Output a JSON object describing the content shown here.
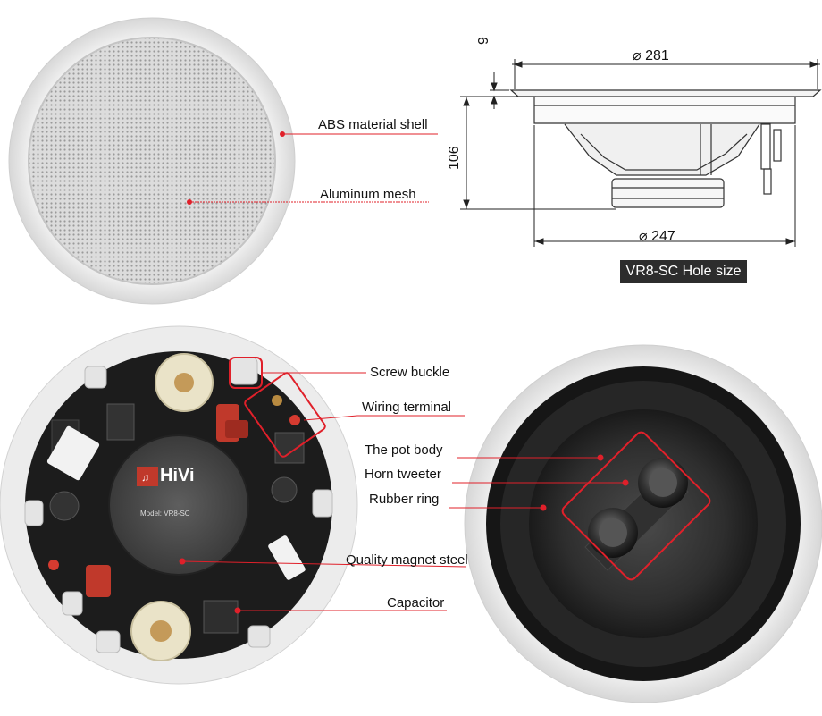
{
  "top_left": {
    "labels": {
      "shell": "ABS material shell",
      "mesh": "Aluminum mesh"
    }
  },
  "dimension_drawing": {
    "top_width": "⌀ 281",
    "bottom_width": "⌀ 247",
    "flange_thickness": "9",
    "depth": "106",
    "caption": "VR8-SC Hole size"
  },
  "bottom_left": {
    "brand": "HiVi",
    "model": "Model: VR8-SC",
    "labels": {
      "screw": "Screw buckle",
      "wiring": "Wiring terminal",
      "magnet": "Quality magnet steel",
      "capacitor": "Capacitor"
    }
  },
  "bottom_right": {
    "labels": {
      "pot": "The pot body",
      "horn": "Horn tweeter",
      "rubber": "Rubber ring"
    }
  },
  "colors": {
    "callout": "#e0202a",
    "grille": "#d8d8d8",
    "cone": "#2a2a2a"
  }
}
